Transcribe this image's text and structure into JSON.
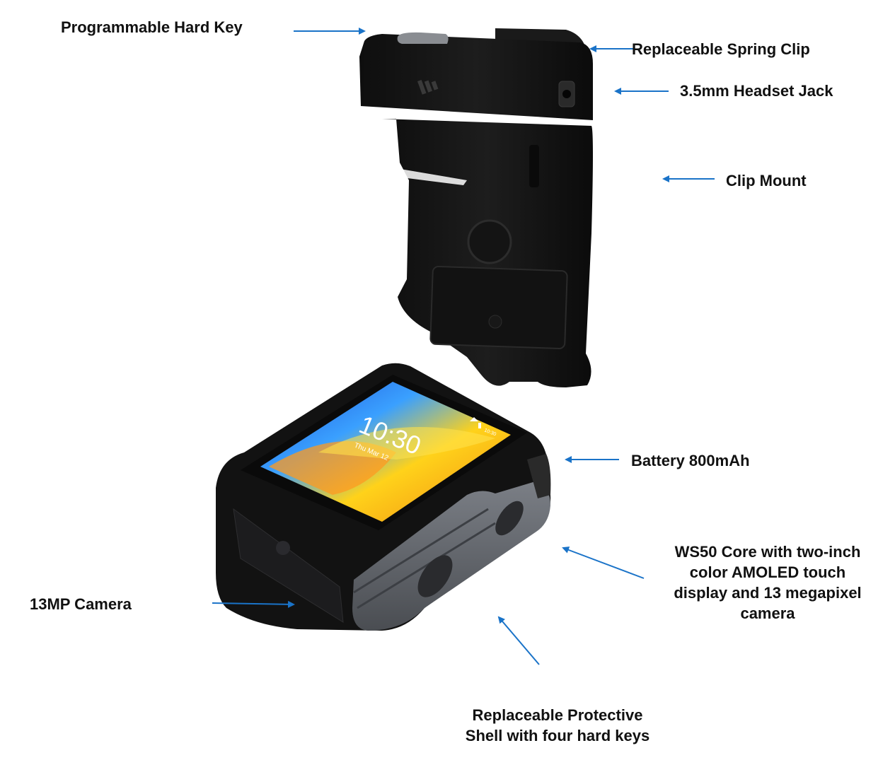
{
  "colors": {
    "arrow": "#1a73c8",
    "label_text": "#111111",
    "device_body": "#161616",
    "device_shell_gray": "#6b6f75",
    "screen_gradient": [
      "#1e4fd6",
      "#3aa0ff",
      "#ffd21a",
      "#f08a12"
    ]
  },
  "labels": {
    "programmable_hard_key": "Programmable Hard Key",
    "replaceable_spring_clip": "Replaceable Spring Clip",
    "headset_jack": "3.5mm Headset Jack",
    "clip_mount": "Clip Mount",
    "battery": "Battery 800mAh",
    "core_line1": "WS50 Core with two-inch",
    "core_line2": "color AMOLED touch",
    "core_line3": "display and 13 megapixel",
    "core_line4": "camera",
    "camera": "13MP Camera",
    "shell_line1": "Replaceable Protective",
    "shell_line2": "Shell with four hard keys"
  },
  "screen": {
    "time": "10:30",
    "date": "Thu Mar 12",
    "status_time": "10:30"
  },
  "icons": [
    "arrow-icon",
    "brand-logo-icon",
    "wifi-icon",
    "battery-status-icon"
  ]
}
